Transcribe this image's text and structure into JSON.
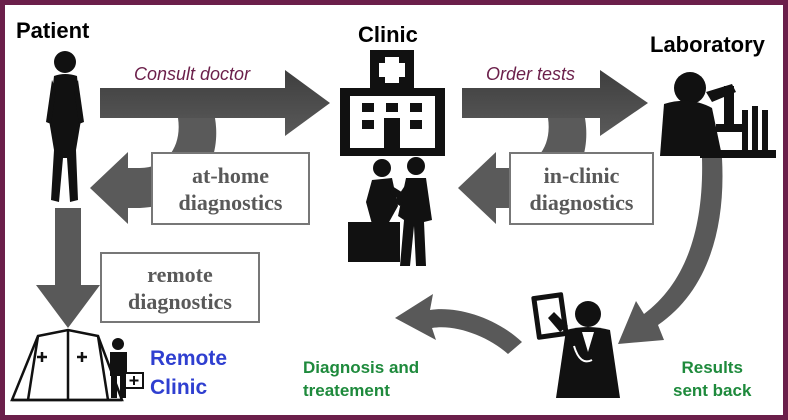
{
  "nodes": {
    "patient": "Patient",
    "clinic": "Clinic",
    "laboratory": "Laboratory"
  },
  "arrows": {
    "consult": "Consult doctor",
    "order": "Order tests"
  },
  "boxes": {
    "at_home": {
      "line1": "at-home",
      "line2": "diagnostics"
    },
    "in_clinic": {
      "line1": "in-clinic",
      "line2": "diagnostics"
    },
    "remote": {
      "line1": "remote",
      "line2": "diagnostics"
    }
  },
  "labels": {
    "diagnosis_line1": "Diagnosis and",
    "diagnosis_line2": "treatement",
    "results_line1": "Results",
    "results_line2": "sent back",
    "remote_line1": "Remote",
    "remote_line2": "Clinic"
  },
  "colors": {
    "frame": "#6b1f4a",
    "arrow": "#4a4a4a",
    "italic_label": "#6b1f4a",
    "green_label": "#1e8a3c",
    "remote_clinic": "#2f3fd0"
  }
}
